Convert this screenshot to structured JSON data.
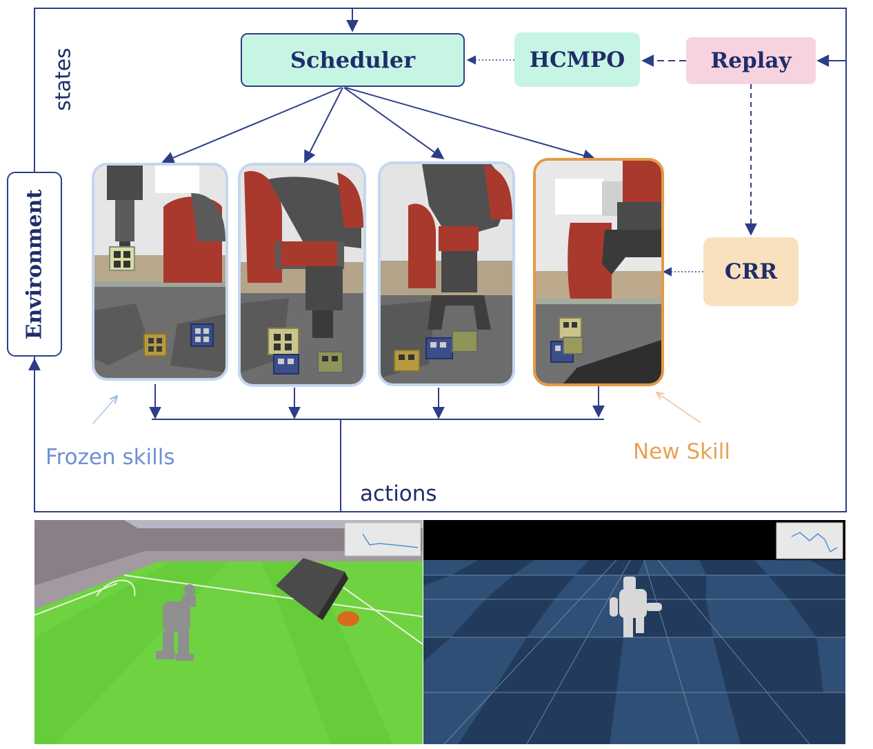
{
  "diagram": {
    "scheduler": "Scheduler",
    "hcmpo": "HCMPO",
    "replay": "Replay",
    "crr": "CRR",
    "environment": "Environment",
    "states": "states",
    "actions": "actions",
    "frozen_skills": "Frozen skills",
    "new_skill": "New Skill"
  },
  "colors": {
    "navy": "#2d3e87",
    "mint": "#c7f5e3",
    "pink": "#f6d3df",
    "peach": "#f9e1bd",
    "frozen_blue": "#6f8fd6",
    "new_skill_orange": "#e59a43",
    "robot_red": "#a8392c",
    "field_green": "#6bd13c",
    "floor_blue": "#2e4a6e"
  },
  "icons": [
    "robot-arm-image",
    "soccer-field-image",
    "checkerboard-floor-image",
    "inset-plot-image"
  ]
}
